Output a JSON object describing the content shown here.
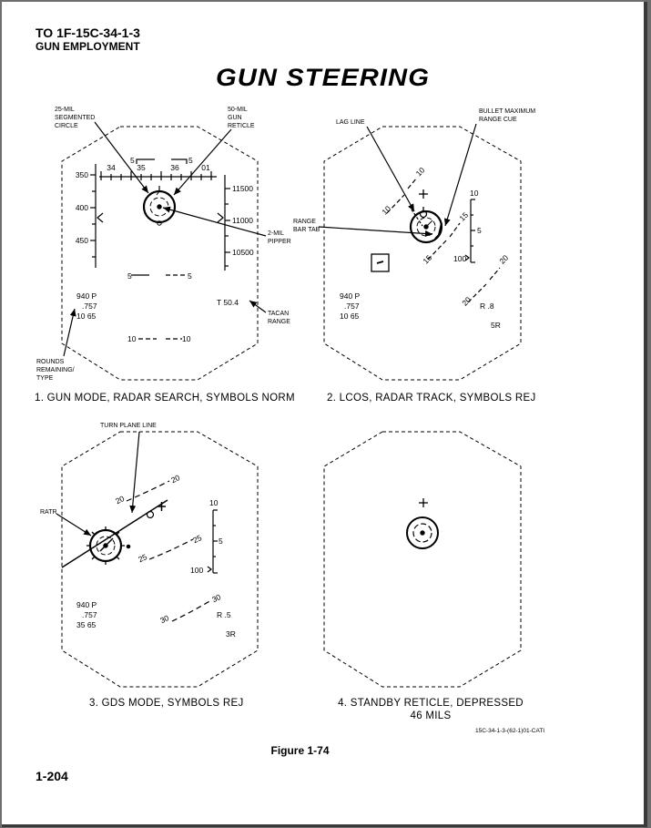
{
  "header": {
    "doc_number": "TO 1F-15C-34-1-3",
    "section": "GUN EMPLOYMENT"
  },
  "figure": {
    "title": "GUN STEERING",
    "number": "Figure 1-74",
    "reference": "15C-34-1-3-(62-1)01-CATI"
  },
  "page_number": "1-204",
  "panels": [
    {
      "caption": "1. GUN MODE, RADAR SEARCH, SYMBOLS NORM",
      "callouts": {
        "segmented_circle": [
          "25-MIL",
          "SEGMENTED",
          "CIRCLE"
        ],
        "gun_reticle": [
          "50-MIL",
          "GUN",
          "RETICLE"
        ],
        "pipper": [
          "2-MIL",
          "PIPPER"
        ],
        "tacan_range": [
          "TACAN",
          "RANGE"
        ],
        "rounds_remaining": [
          "ROUNDS",
          "REMAINING/",
          "TYPE"
        ]
      },
      "heading_ticks": [
        "34",
        "35",
        "36",
        "01"
      ],
      "speed_ticks": [
        "350",
        "400",
        "450"
      ],
      "altitude_ticks": [
        "11500",
        "11000",
        "10500"
      ],
      "pitch_ladder": {
        "upper_left": "5",
        "upper_right": "5",
        "mid_left": "5",
        "mid_right": "5",
        "low_left": "10",
        "low_right": "10"
      },
      "weapon_status": [
        "940 P",
        ".757",
        "10 65"
      ],
      "tacan_readout": "T 50.4"
    },
    {
      "caption": "2. LCOS, RADAR TRACK, SYMBOLS REJ",
      "callouts": {
        "lag_line": "LAG LINE",
        "bullet_max": [
          "BULLET MAXIMUM",
          "RANGE CUE"
        ],
        "range_bar_tab": [
          "RANGE",
          "BAR TAB"
        ]
      },
      "pitch_labels": {
        "upper_left": "10",
        "upper_right": "10",
        "mid_left": "15",
        "mid_right": "15",
        "low_left": "20",
        "low_right": "20"
      },
      "range_scale": [
        "10",
        "5",
        "100"
      ],
      "weapon_status": [
        "940 P",
        ".757",
        "10 65"
      ],
      "range_readout": "R .8",
      "closure_readout": "5R"
    },
    {
      "caption": "3. GDS MODE, SYMBOLS REJ",
      "callouts": {
        "turn_plane_line": "TURN PLANE LINE",
        "ratr": "RATR"
      },
      "pitch_labels": {
        "upper_left": "20",
        "upper_right": "20",
        "mid_left": "25",
        "mid_right": "25",
        "low_left": "30",
        "low_right": "30"
      },
      "range_scale": [
        "10",
        "5",
        "100"
      ],
      "weapon_status": [
        "940 P",
        ".757",
        "35 65"
      ],
      "range_readout": "R .5",
      "closure_readout": "3R"
    },
    {
      "caption": "4. STANDBY RETICLE, DEPRESSED",
      "caption_line2": "46 MILS"
    }
  ]
}
